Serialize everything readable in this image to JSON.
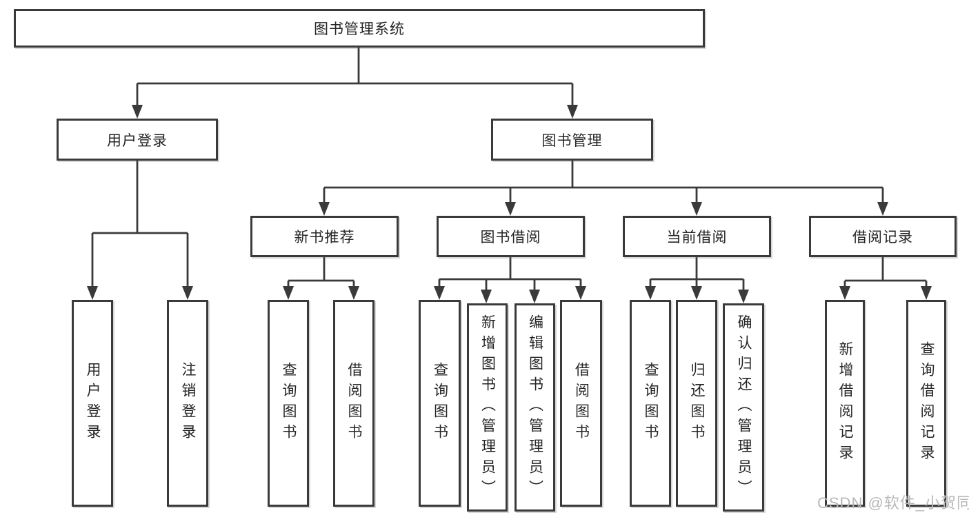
{
  "tree": {
    "root": {
      "label": "图书管理系统",
      "children": [
        {
          "label": "用户登录",
          "children": [
            {
              "label": "用户登录"
            },
            {
              "label": "注销登录"
            }
          ]
        },
        {
          "label": "图书管理",
          "children": [
            {
              "label": "新书推荐",
              "children": [
                {
                  "label": "查询图书"
                },
                {
                  "label": "借阅图书"
                }
              ]
            },
            {
              "label": "图书借阅",
              "children": [
                {
                  "label": "查询图书"
                },
                {
                  "label": "新增图书（管理员）"
                },
                {
                  "label": "编辑图书（管理员）"
                },
                {
                  "label": "借阅图书"
                }
              ]
            },
            {
              "label": "当前借阅",
              "children": [
                {
                  "label": "查询图书"
                },
                {
                  "label": "归还图书"
                },
                {
                  "label": "确认归还（管理员）"
                }
              ]
            },
            {
              "label": "借阅记录",
              "children": [
                {
                  "label": "新增借阅记录"
                },
                {
                  "label": "查询借阅记录"
                }
              ]
            }
          ]
        }
      ]
    }
  },
  "watermark": {
    "text": "CSDN @软件_小贺同学"
  },
  "colors": {
    "line": "#3a3a3a",
    "text": "#262626",
    "watermark": "#b8b8b8",
    "background": "#ffffff"
  }
}
